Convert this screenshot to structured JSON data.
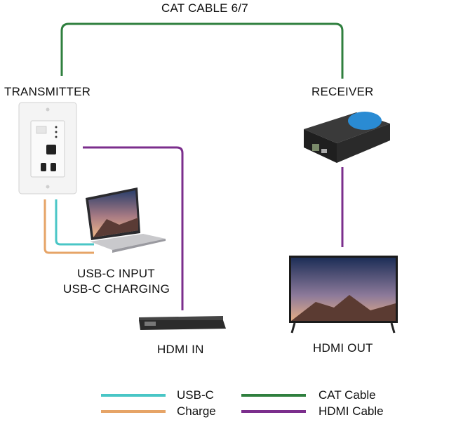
{
  "labels": {
    "cable": "CAT CABLE 6/7",
    "transmitter": "TRANSMITTER",
    "receiver": "RECEIVER",
    "usbc_input": "USB-C INPUT",
    "usbc_charging": "USB-C CHARGING",
    "hdmi_in": "HDMI IN",
    "hdmi_out": "HDMI OUT"
  },
  "legend": {
    "usbc": "USB-C",
    "charge": "Charge",
    "cat": "CAT Cable",
    "hdmi": "HDMI Cable"
  },
  "colors": {
    "usbc": "#49c6c6",
    "charge": "#e6a467",
    "cat": "#2f7f3e",
    "hdmi": "#7b2e8c"
  }
}
